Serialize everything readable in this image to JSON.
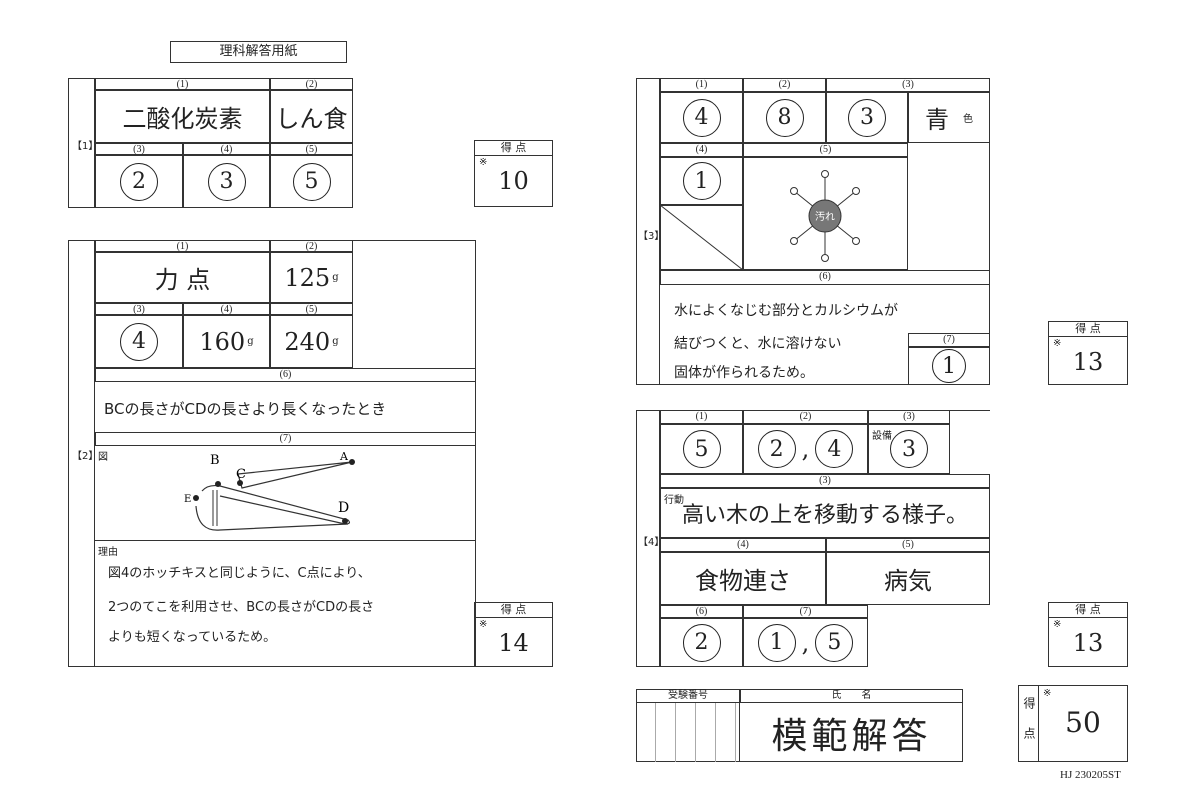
{
  "title": "理科解答用紙",
  "score_header": "得 点",
  "score_mark": "※",
  "s1": {
    "label": "【1】",
    "h": [
      "(1)",
      "(2)",
      "(3)",
      "(4)",
      "(5)"
    ],
    "a1": "二酸化炭素",
    "a2": "しん食",
    "a3": "2",
    "a4": "3",
    "a5": "5",
    "score": "10"
  },
  "s2": {
    "label": "【2】",
    "h": [
      "(1)",
      "(2)",
      "(3)",
      "(4)",
      "(5)",
      "(6)",
      "(7)"
    ],
    "a1": "力 点",
    "a2": "125",
    "a3": "4",
    "a4": "160",
    "a5": "240",
    "unit": "g",
    "a6": "BCの長さがCDの長さより長くなったとき",
    "fig_label": "図",
    "fig_points": [
      "A",
      "B",
      "C",
      "D",
      "E"
    ],
    "reason_label": "理由",
    "reason": [
      "図4のホッチキスと同じように、C点により、",
      "2つのてこを利用させ、BCの長さがCDの長さ",
      "よりも短くなっているため。"
    ],
    "score": "14"
  },
  "s3": {
    "label": "【3】",
    "h": [
      "(1)",
      "(2)",
      "(3)",
      "(4)",
      "(5)",
      "(6)",
      "(7)"
    ],
    "a1": "4",
    "a2": "8",
    "a3": "3",
    "a3b": "青",
    "a3b_unit": "色",
    "a4": "1",
    "fig_center": "汚れ",
    "a6": [
      "水によくなじむ部分とカルシウムが",
      "結びつくと、水に溶けない",
      "固体が作られるため。"
    ],
    "a7": "1",
    "score": "13"
  },
  "s4": {
    "label": "【4】",
    "h": [
      "(1)",
      "(2)",
      "(3)",
      "(3)",
      "(4)",
      "(5)",
      "(6)",
      "(7)"
    ],
    "equip_label": "設備",
    "action_label": "行動",
    "a1": "5",
    "a2": [
      "2",
      "4"
    ],
    "a3": "3",
    "a3b": "高い木の上を移動する様子。",
    "a4": "食物連さ",
    "a5": "病気",
    "a6": "2",
    "a7": [
      "1",
      "5"
    ],
    "score": "13"
  },
  "footer": {
    "exam_no_label": "受験番号",
    "name_label": "氏　　名",
    "name": "模範解答",
    "total_label": "得点",
    "total": "50",
    "code": "HJ 230205ST"
  }
}
